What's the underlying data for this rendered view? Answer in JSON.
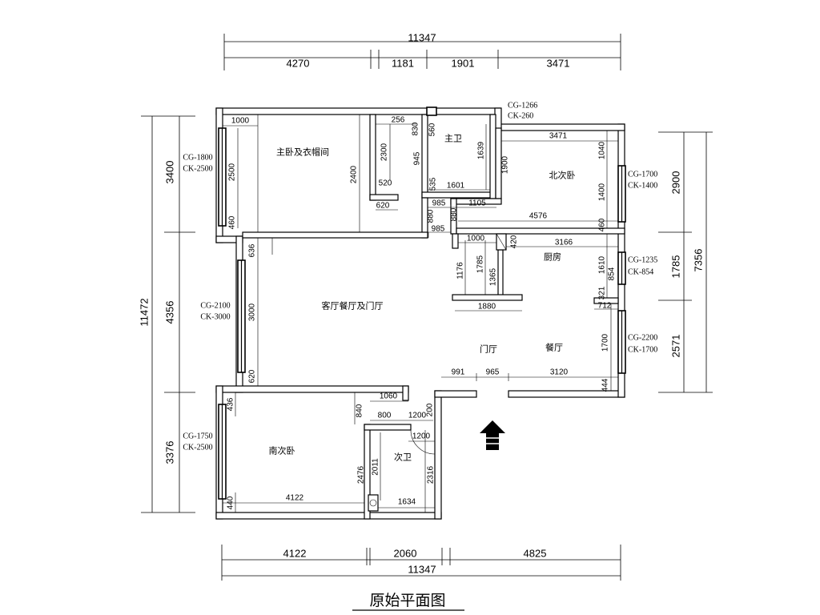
{
  "title": "原始平面图",
  "dims": {
    "top_total": "11347",
    "top": [
      "4270",
      "1181",
      "1901",
      "3471"
    ],
    "bottom": [
      "4122",
      "2060",
      "4825"
    ],
    "bottom_total": "11347",
    "left_total": "11472",
    "left": [
      "3400",
      "4356",
      "3376"
    ],
    "right_total": "7356",
    "right": [
      "2900",
      "1785",
      "2571"
    ]
  },
  "rooms": {
    "master_bedroom": "主卧及衣帽间",
    "master_bath": "主卫",
    "north_bedroom": "北次卧",
    "kitchen": "厨房",
    "living": "客厅餐厅及门厅",
    "foyer": "门厅",
    "dining": "餐厅",
    "south_bedroom": "南次卧",
    "second_bath": "次卫"
  },
  "windows": [
    {
      "cg": "CG-1800",
      "ck": "CK-2500"
    },
    {
      "cg": "CG-2100",
      "ck": "CK-3000"
    },
    {
      "cg": "CG-1750",
      "ck": "CK-2500"
    },
    {
      "cg": "CG-1266",
      "ck": "CK-260"
    },
    {
      "cg": "CG-1700",
      "ck": "CK-1400"
    },
    {
      "cg": "CG-1235",
      "ck": "CK-854"
    },
    {
      "cg": "CG-2200",
      "ck": "CK-1700"
    }
  ],
  "interior": {
    "master_bedroom": [
      "1000",
      "2500",
      "460",
      "2400"
    ],
    "closet": [
      "256",
      "2300",
      "520",
      "620"
    ],
    "master_bath": [
      "945",
      "830",
      "560",
      "1639",
      "1900",
      "535",
      "1601"
    ],
    "hall": [
      "985",
      "1105",
      "880",
      "880",
      "985"
    ],
    "north_bedroom": [
      "3471",
      "1040",
      "1400",
      "4576",
      "460"
    ],
    "kitchen": [
      "1000",
      "420",
      "3166",
      "1610",
      "1176",
      "1785",
      "1365",
      "854",
      "321",
      "712",
      "1880"
    ],
    "living": [
      "636",
      "3000",
      "620",
      "1700",
      "991",
      "965",
      "3120",
      "444"
    ],
    "south_bedroom": [
      "436",
      "1060",
      "840",
      "4122",
      "440"
    ],
    "second_bath": [
      "800",
      "1200",
      "200",
      "1200",
      "2476",
      "2011",
      "2316",
      "1634"
    ]
  }
}
